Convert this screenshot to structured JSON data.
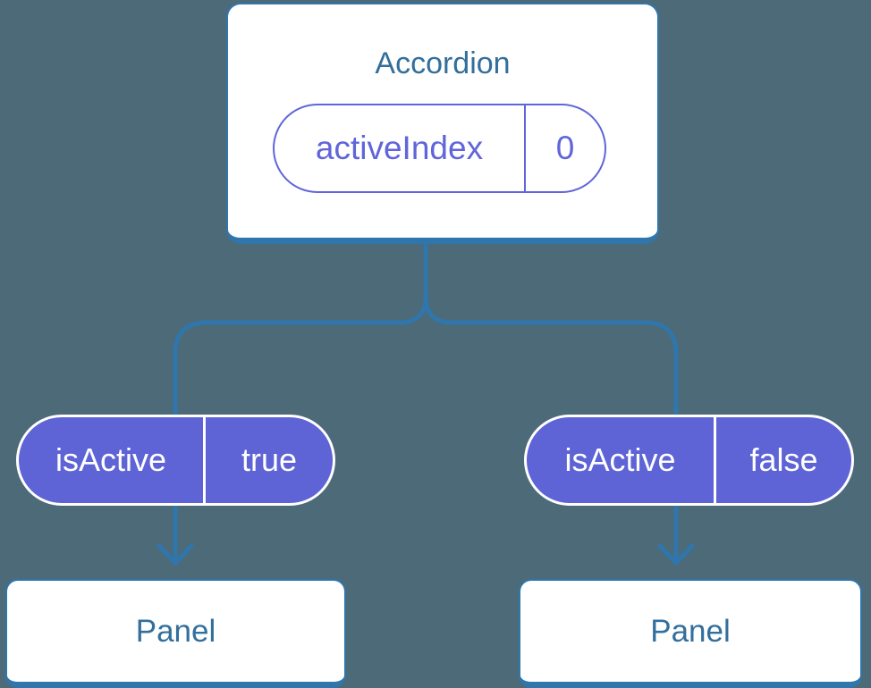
{
  "colors": {
    "background": "#4d6a78",
    "line_blue": "#2f76ad",
    "heading_blue": "#336f9c",
    "purple": "#6065da",
    "pill_purple": "#5e63d6",
    "white": "#ffffff"
  },
  "tree": {
    "root": {
      "title": "Accordion",
      "state": {
        "name": "activeIndex",
        "value": "0"
      }
    },
    "children": [
      {
        "prop": {
          "name": "isActive",
          "value": "true"
        },
        "label": "Panel"
      },
      {
        "prop": {
          "name": "isActive",
          "value": "false"
        },
        "label": "Panel"
      }
    ]
  }
}
